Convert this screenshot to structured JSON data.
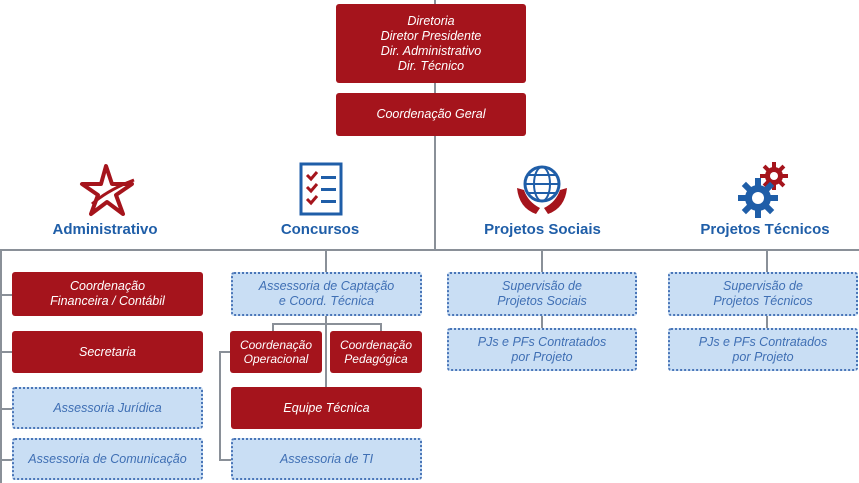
{
  "top": {
    "board": "Diretoria\nDiretor Presidente\nDir. Administrativo\nDir. Técnico",
    "coordination": "Coordenação Geral"
  },
  "columns": {
    "administrativo": {
      "title": "Administrativo",
      "icon": "star-icon",
      "boxes": [
        "Coordenação\nFinanceira / Contábil",
        "Secretaria",
        "Assessoria Jurídica",
        "Assessoria de Comunicação"
      ]
    },
    "concursos": {
      "title": "Concursos",
      "icon": "checklist-icon",
      "boxes": [
        "Assessoria de Captação\ne Coord. Técnica",
        "Coordenação\nOperacional",
        "Coordenação\nPedagógica",
        "Equipe Técnica",
        "Assessoria de TI"
      ]
    },
    "sociais": {
      "title": "Projetos Sociais",
      "icon": "globe-hands-icon",
      "boxes": [
        "Supervisão de\nProjetos Sociais",
        "PJs e PFs Contratados\npor Projeto"
      ]
    },
    "tecnicos": {
      "title": "Projetos Técnicos",
      "icon": "gears-icon",
      "boxes": [
        "Supervisão de\nProjetos Técnicos",
        "PJs e PFs Contratados\npor Projeto"
      ]
    }
  },
  "colors": {
    "red": "#a5141c",
    "blue_fill": "#c9def4",
    "blue_text": "#3f6fb4",
    "title_blue": "#1f5ea8",
    "line": "#8a9098"
  }
}
